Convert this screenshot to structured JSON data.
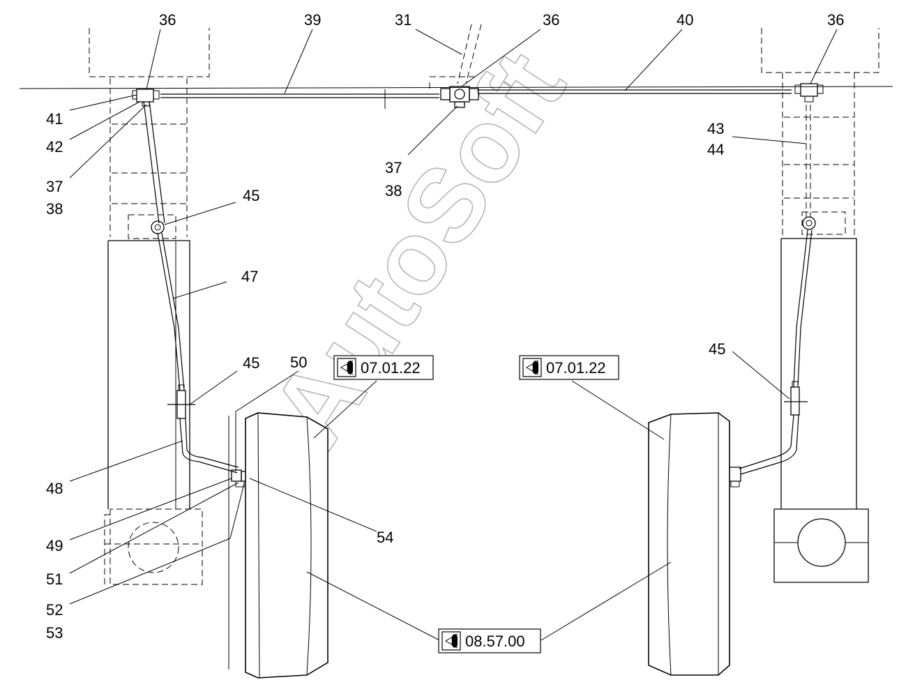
{
  "callouts": {
    "c31": "31",
    "c36_left": "36",
    "c36_center": "36",
    "c36_right": "36",
    "c37_left": "37",
    "c38_left": "38",
    "c37_center": "37",
    "c38_center": "38",
    "c39": "39",
    "c40": "40",
    "c41": "41",
    "c42": "42",
    "c43": "43",
    "c44": "44",
    "c45_left_upper": "45",
    "c45_left_lower": "45",
    "c45_right": "45",
    "c47": "47",
    "c48": "48",
    "c49": "49",
    "c50": "50",
    "c51": "51",
    "c52": "52",
    "c53": "53",
    "c54": "54"
  },
  "references": {
    "ref_left_wheel": "07.01.22",
    "ref_right_wheel": "07.01.22",
    "ref_tires": "08.57.00"
  },
  "watermark": "AutoSoft",
  "colors": {
    "line": "#000000",
    "watermark": "#b5b5b5",
    "background": "#ffffff"
  },
  "icons": {
    "reference_icon": "view-eye-icon"
  }
}
